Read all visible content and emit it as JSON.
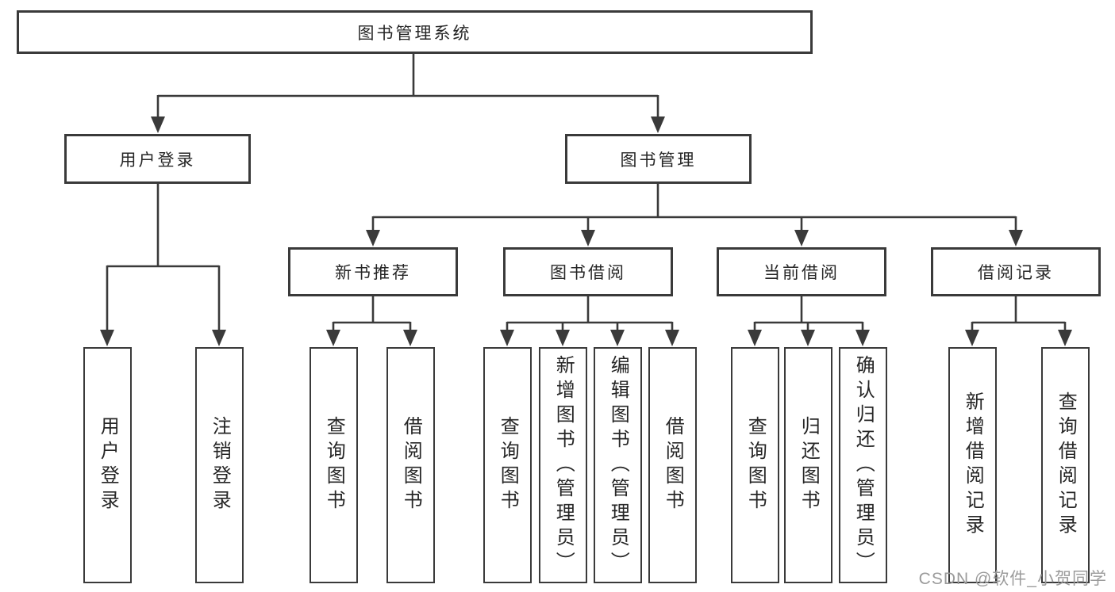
{
  "nodes": {
    "root": "图书管理系统",
    "level2": [
      "用户登录",
      "图书管理"
    ],
    "level3": [
      "新书推荐",
      "图书借阅",
      "当前借阅",
      "借阅记录"
    ],
    "leaves_login": [
      "用户登录",
      "注销登录"
    ],
    "leaves_recommend": [
      "查询图书",
      "借阅图书"
    ],
    "leaves_borrow": [
      "查询图书",
      "新增图书（管理员）",
      "编辑图书（管理员）",
      "借阅图书"
    ],
    "leaves_current": [
      "查询图书",
      "归还图书",
      "确认归还（管理员）"
    ],
    "leaves_records": [
      "新增借阅记录",
      "查询借阅记录"
    ]
  },
  "watermark": "CSDN @软件_小贺同学",
  "colors": {
    "line": "#3a3a3a",
    "box_border": "#3a3a3a",
    "text": "#262626",
    "watermark": "#9b9b9b",
    "background": "#ffffff"
  }
}
